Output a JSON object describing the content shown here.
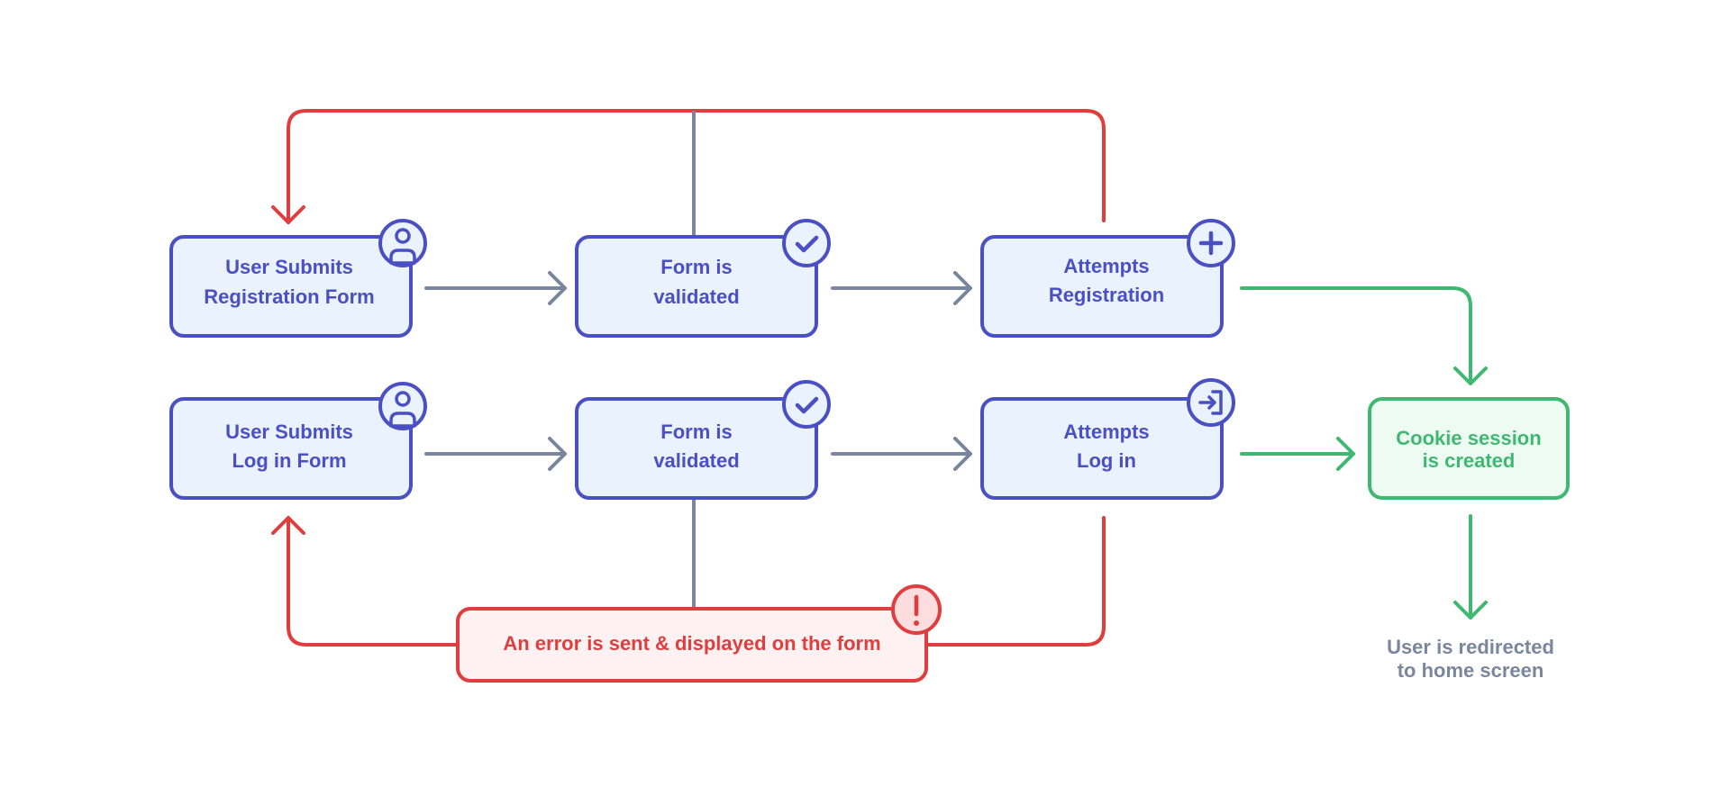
{
  "colors": {
    "primary": "#4A4FC4",
    "primary_fill": "#EAF2FD",
    "connector": "#7A869C",
    "error": "#E03E3E",
    "error_fill": "#FEF1F1",
    "success": "#3FB871",
    "success_fill": "#EEFBF3",
    "note": "#7A869C"
  },
  "nodes": {
    "reg_submit": {
      "line1": "User Submits",
      "line2": "Registration Form",
      "icon": "user-icon"
    },
    "reg_validate": {
      "line1": "Form is",
      "line2": "validated",
      "icon": "check-icon"
    },
    "reg_attempt": {
      "line1": "Attempts",
      "line2": "Registration",
      "icon": "plus-icon"
    },
    "login_submit": {
      "line1": "User Submits",
      "line2": "Log in Form",
      "icon": "user-icon"
    },
    "login_validate": {
      "line1": "Form is",
      "line2": "validated",
      "icon": "check-icon"
    },
    "login_attempt": {
      "line1": "Attempts",
      "line2": "Log in",
      "icon": "login-icon"
    },
    "cookie": {
      "line1": "Cookie session",
      "line2": "is created"
    },
    "error": {
      "text": "An error is sent & displayed on the form",
      "icon": "exclamation-icon"
    }
  },
  "note": {
    "line1": "User is redirected",
    "line2": "to home screen"
  }
}
